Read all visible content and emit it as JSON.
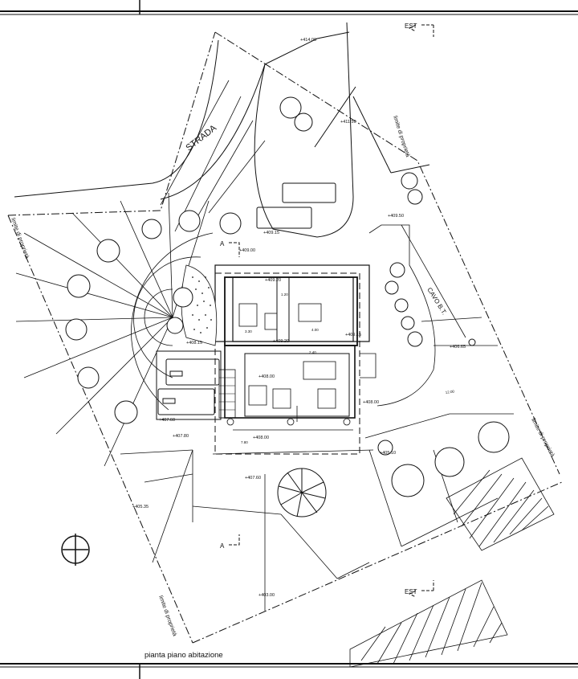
{
  "drawing": {
    "caption": "pianta piano abitazione",
    "road": "STRADA",
    "canal": "CAVO B.T.",
    "boundary_label": "limite di proprietà",
    "section_marks": [
      "EST",
      "A"
    ],
    "elevations": [
      "+414.00",
      "+411.50",
      "+409.50",
      "+409.15",
      "+409.00",
      "+409.20",
      "+408.15",
      "+407.60",
      "+408.00",
      "+407.80",
      "+406.65",
      "+405.10",
      "+405.35",
      "+403.00"
    ],
    "dims": [
      "3.30",
      "4.00",
      "1.20",
      "2.40",
      "7.80",
      "12.00"
    ]
  }
}
